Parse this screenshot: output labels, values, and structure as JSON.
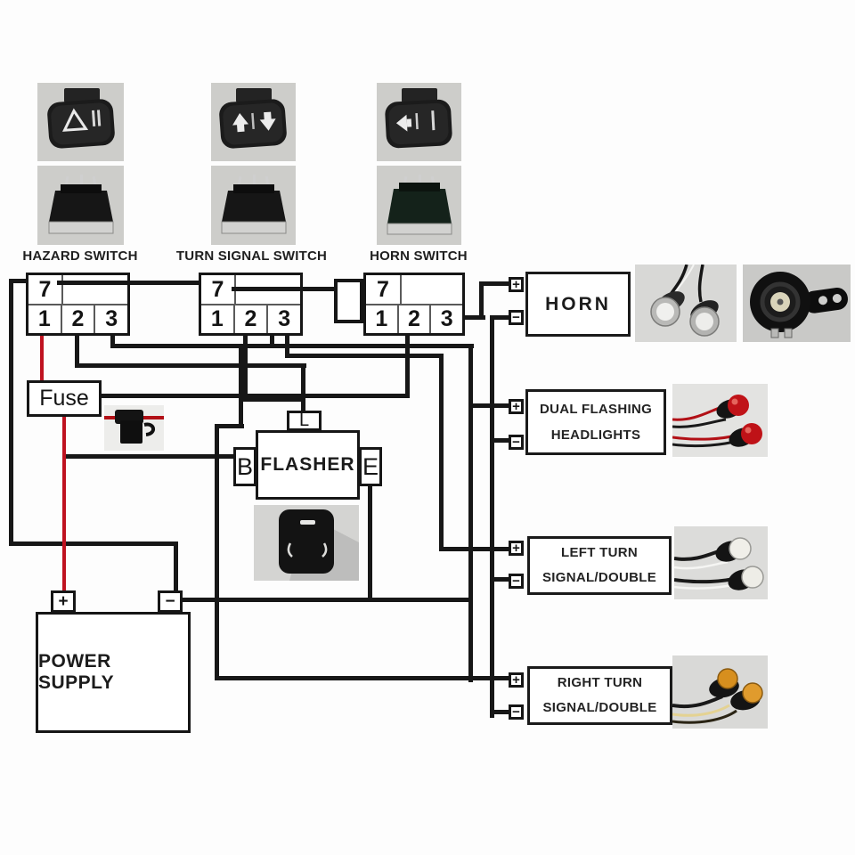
{
  "switches": [
    {
      "label": "HAZARD SWITCH",
      "top_terminal": "7",
      "terminals": [
        "1",
        "2",
        "3"
      ],
      "rocker_icon": "hazard-warning-triangle-icon"
    },
    {
      "label": "TURN SIGNAL SWITCH",
      "top_terminal": "7",
      "terminals": [
        "1",
        "2",
        "3"
      ],
      "rocker_icon": "turn-signal-arrows-icon"
    },
    {
      "label": "HORN SWITCH",
      "top_terminal": "7",
      "terminals": [
        "1",
        "2",
        "3"
      ],
      "rocker_icon": "horn-trumpet-icon"
    }
  ],
  "loads": [
    {
      "name": "horn",
      "line1": "HORN",
      "line2": ""
    },
    {
      "name": "dual-flashing-headlights",
      "line1": "DUAL FLASHING",
      "line2": "HEADLIGHTS"
    },
    {
      "name": "left-turn-signal",
      "line1": "LEFT TURN",
      "line2": "SIGNAL/DOUBLE"
    },
    {
      "name": "right-turn-signal",
      "line1": "RIGHT TURN",
      "line2": "SIGNAL/DOUBLE"
    }
  ],
  "fuse": {
    "label": "Fuse"
  },
  "flasher": {
    "label": "FLASHER",
    "terminal_left": "B",
    "terminal_top": "L",
    "terminal_right": "E"
  },
  "power_supply": {
    "label": "POWER SUPPLY"
  },
  "symbols": {
    "plus": "+",
    "minus": "−"
  },
  "colors": {
    "wire": "#171717",
    "power_red": "#bf1220"
  }
}
